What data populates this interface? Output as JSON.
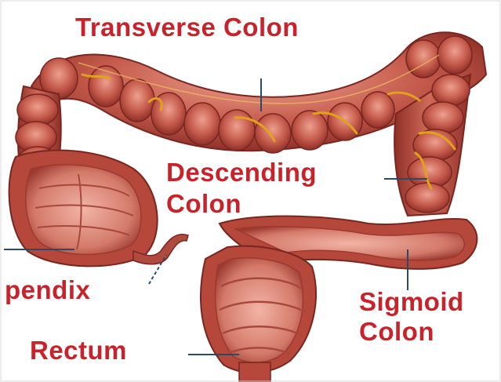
{
  "labels": {
    "transverse_colon": "Transverse Colon",
    "descending_colon_line1": "Descending",
    "descending_colon_line2": "Colon",
    "appendix": "pendix",
    "sigmoid_colon_line1": "Sigmoid",
    "sigmoid_colon_line2": "Colon",
    "rectum": "Rectum"
  },
  "colors": {
    "label_text": "#c8232a",
    "tissue_dark": "#8e2f28",
    "tissue_mid": "#c45a4b",
    "tissue_light": "#e99587",
    "vessel": "#e0a21a",
    "leader_line": "#2b4a66",
    "background": "#ffffff"
  }
}
